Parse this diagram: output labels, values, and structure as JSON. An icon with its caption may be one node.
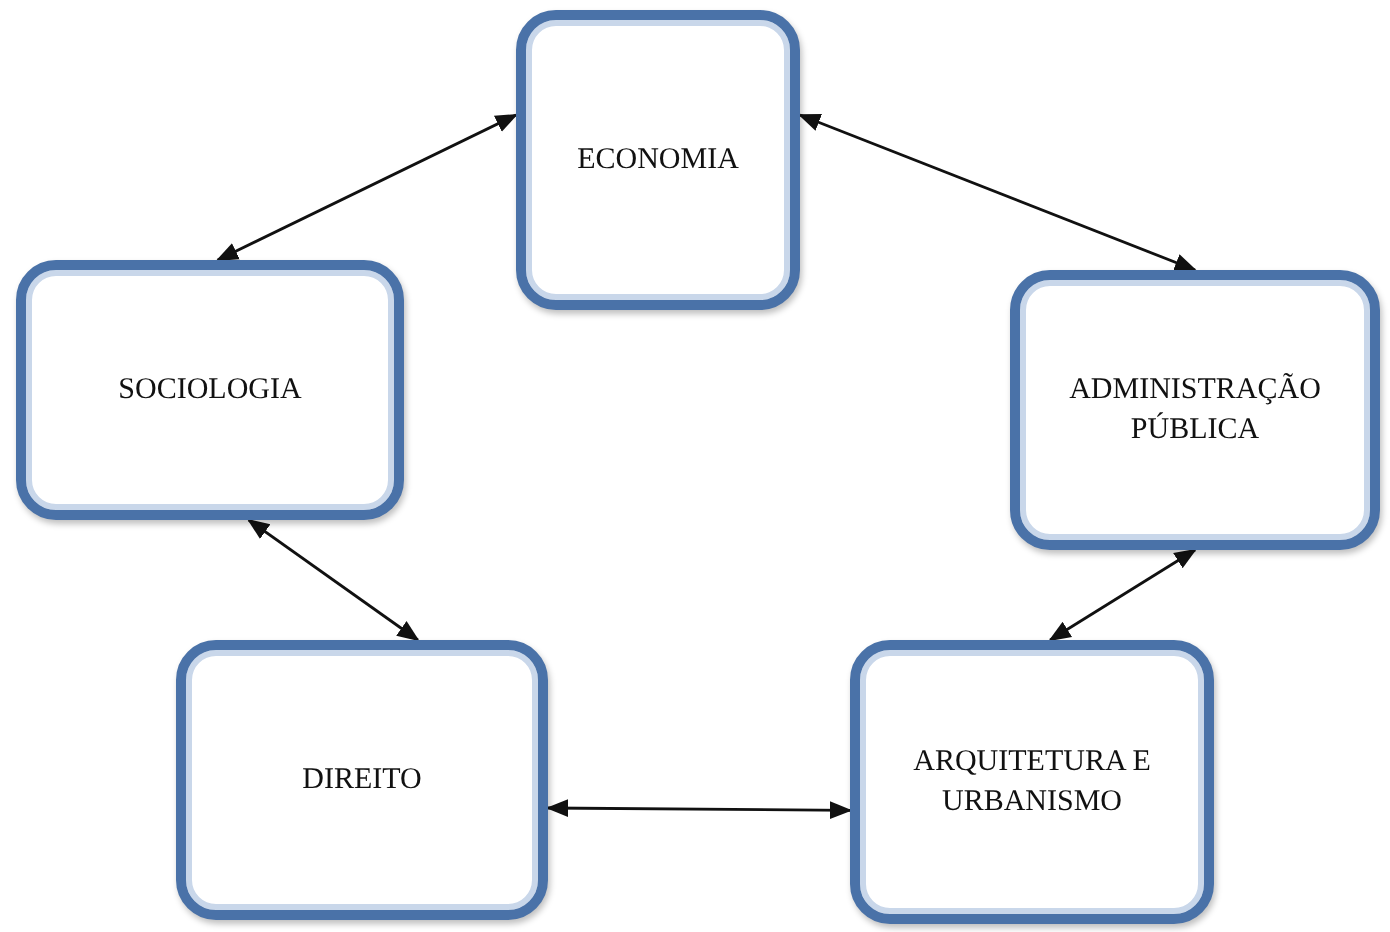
{
  "diagram": {
    "nodes": [
      {
        "text": [
          "ECONOMIA"
        ]
      },
      {
        "text": [
          "SOCIOLOGIA"
        ]
      },
      {
        "text": [
          "ADMINISTRAÇÃO PÚBLICA"
        ]
      },
      {
        "text": [
          "DIREITO"
        ]
      },
      {
        "text": [
          "ARQUITETURA E URBANISMO"
        ]
      }
    ],
    "edges": [
      {
        "from": 0,
        "to": 1,
        "arrow": "both"
      },
      {
        "from": 0,
        "to": 2,
        "arrow": "both"
      },
      {
        "from": 1,
        "to": 3,
        "arrow": "both"
      },
      {
        "from": 2,
        "to": 4,
        "arrow": "both"
      },
      {
        "from": 3,
        "to": 4,
        "arrow": "both"
      }
    ]
  }
}
